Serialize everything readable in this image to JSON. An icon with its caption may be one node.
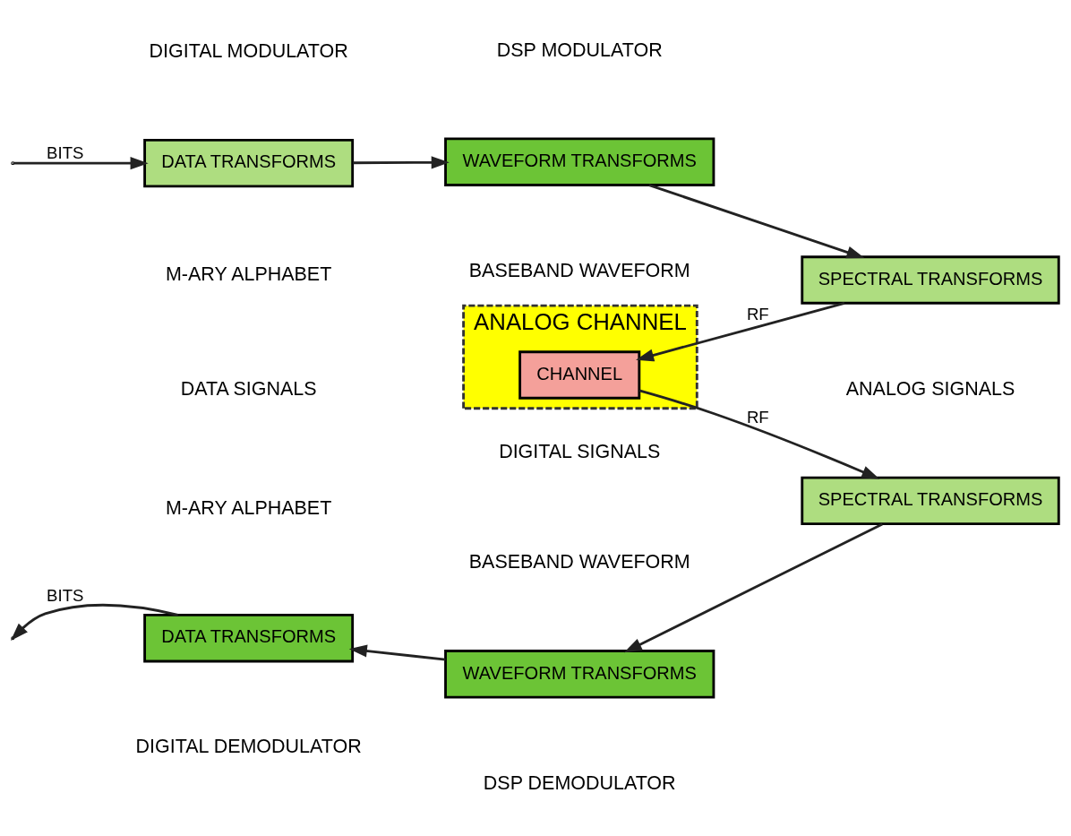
{
  "diagram": {
    "nodes": [
      {
        "text": [
          "ANALOG CHANNEL"
        ]
      },
      {
        "text": [
          "DATA TRANSFORMS"
        ]
      },
      {
        "text": [
          "WAVEFORM TRANSFORMS"
        ]
      },
      {
        "text": [
          "SPECTRAL TRANSFORMS"
        ]
      },
      {
        "text": [
          "CHANNEL"
        ],
        "in": 0
      },
      {
        "text": [
          "SPECTRAL TRANSFORMS"
        ]
      },
      {
        "text": [
          "WAVEFORM TRANSFORMS"
        ]
      },
      {
        "text": [
          "DATA TRANSFORMS"
        ]
      }
    ],
    "edges": [
      {
        "from": null,
        "to": 1,
        "arrow": "to",
        "label": "BITS"
      },
      {
        "from": 1,
        "to": 2,
        "arrow": "to"
      },
      {
        "from": 2,
        "to": 3,
        "arrow": "to"
      },
      {
        "from": 3,
        "to": 4,
        "arrow": "to",
        "label": "RF"
      },
      {
        "from": 4,
        "to": 5,
        "arrow": "to",
        "label": "RF"
      },
      {
        "from": 5,
        "to": 6,
        "arrow": "to"
      },
      {
        "from": 6,
        "to": 7,
        "arrow": "to"
      },
      {
        "from": 7,
        "to": null,
        "arrow": "to",
        "label": "BITS"
      }
    ],
    "labels": [
      "DIGITAL MODULATOR",
      "DSP MODULATOR",
      "M-ARY ALPHABET",
      "BASEBAND WAVEFORM",
      "DATA SIGNALS",
      "DIGITAL SIGNALS",
      "ANALOG SIGNALS",
      "M-ARY ALPHABET",
      "BASEBAND WAVEFORM",
      "DIGITAL DEMODULATOR",
      "DSP DEMODULATOR"
    ]
  }
}
